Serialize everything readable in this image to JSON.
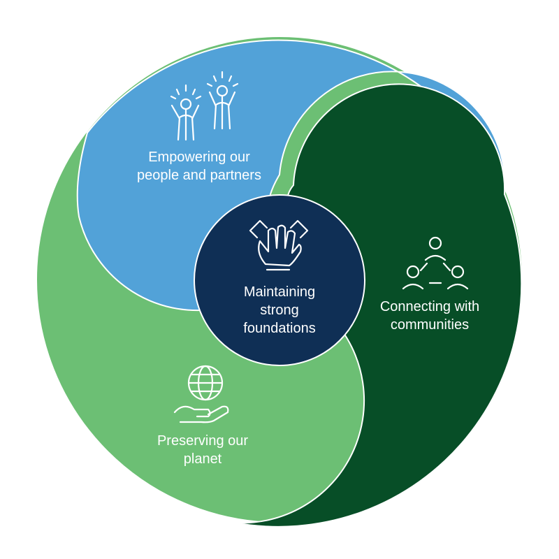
{
  "colors": {
    "people": "#52a2d8",
    "planet": "#6cbf74",
    "communities": "#074e27",
    "foundations": "#0f2f55",
    "outline": "#ffffff"
  },
  "segments": {
    "people": {
      "line1": "Empowering our",
      "line2": "people and partners",
      "icon": "cheering-people-icon"
    },
    "planet": {
      "line1": "Preserving our",
      "line2": "planet",
      "icon": "globe-in-hand-icon"
    },
    "communities": {
      "line1": "Connecting with",
      "line2": "communities",
      "icon": "connected-people-icon"
    },
    "foundations": {
      "line1": "Maintaining",
      "line2": "strong",
      "line3": "foundations",
      "icon": "hand-raise-icon"
    }
  }
}
